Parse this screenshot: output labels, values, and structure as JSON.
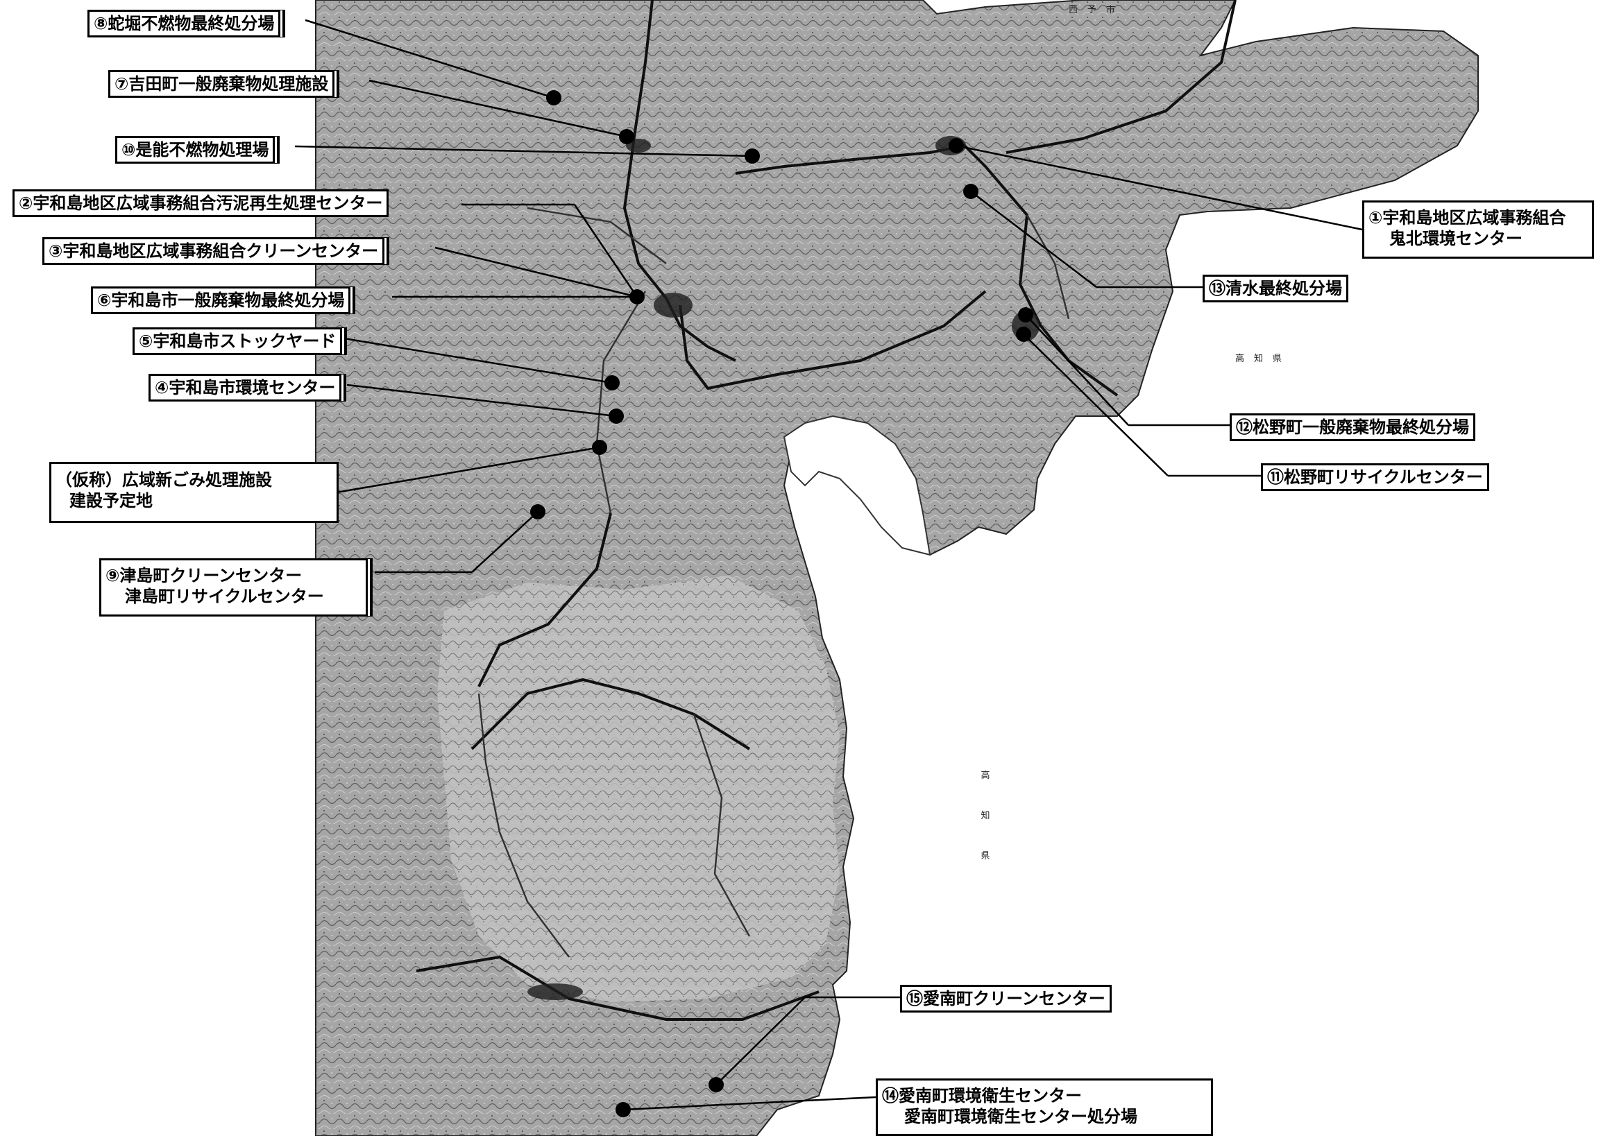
{
  "facilities": [
    {
      "id": "08",
      "label": "⑧蛇堀不燃物最終処分場"
    },
    {
      "id": "07",
      "label": "⑦吉田町一般廃棄物処理施設"
    },
    {
      "id": "10",
      "label": "⑩是能不燃物処理場"
    },
    {
      "id": "02",
      "label": "②宇和島地区広域事務組合汚泥再生処理センター"
    },
    {
      "id": "03",
      "label": "③宇和島地区広域事務組合クリーンセンター"
    },
    {
      "id": "06",
      "label": "⑥宇和島市一般廃棄物最終処分場"
    },
    {
      "id": "05",
      "label": "⑤宇和島市ストックヤード"
    },
    {
      "id": "04",
      "label": "④宇和島市環境センター"
    },
    {
      "id": "new",
      "label": "（仮称）広域新ごみ処理施設",
      "label2": "建設予定地"
    },
    {
      "id": "09",
      "label": "⑨津島町クリーンセンター",
      "label2": "津島町リサイクルセンター"
    },
    {
      "id": "01",
      "label": "①宇和島地区広域事務組合",
      "label2": "鬼北環境センター"
    },
    {
      "id": "13",
      "label": "⑬清水最終処分場"
    },
    {
      "id": "12",
      "label": "⑫松野町一般廃棄物最終処分場"
    },
    {
      "id": "11",
      "label": "⑪松野町リサイクルセンター"
    },
    {
      "id": "15",
      "label": "⑮愛南町クリーンセンター"
    },
    {
      "id": "14",
      "label": "⑭愛南町環境衛生センター",
      "label2": "愛南町環境衛生センター処分場"
    }
  ],
  "place_names": {
    "saijo": "西予市",
    "kochi_east": "高知県",
    "kochi_south": "高知県"
  },
  "colors": {
    "land": "#8f8f8f",
    "land_light": "#bdbdbd",
    "sea": "#ffffff",
    "ink": "#000000"
  }
}
